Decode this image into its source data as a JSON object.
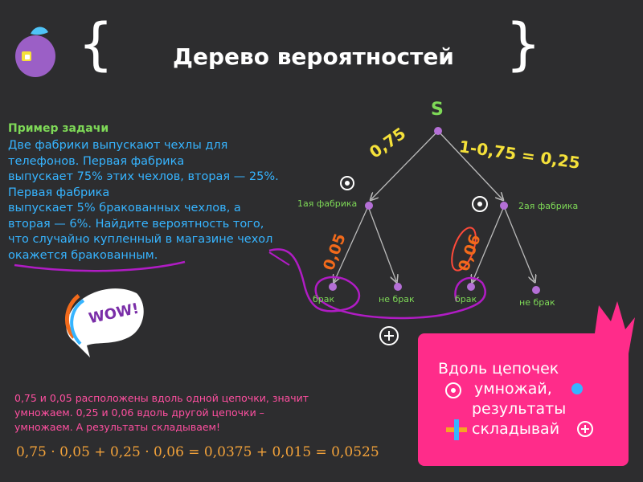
{
  "header": {
    "title": "Дерево вероятностей",
    "brace_left": "{",
    "brace_right": "}"
  },
  "task": {
    "heading": "Пример задачи",
    "lines": [
      "Две фабрики выпускают чехлы для",
      "телефонов. Первая фабрика",
      "выпускает 75% этих чехлов, вторая — 25%.",
      "Первая фабрика",
      "выпускает 5% бракованных чехлов, а",
      "вторая — 6%. Найдите вероятность того,",
      "что случайно купленный в магазине чехол",
      "окажется бракованным."
    ]
  },
  "tree": {
    "root": "S",
    "factory1": "1ая фабрика",
    "factory2": "2ая фабрика",
    "leaf1": "брак",
    "leaf2": "не брак",
    "leaf3": "брак",
    "leaf4": "не брак",
    "edge_left": "0,75",
    "edge_right": "1-0,75 = 0,25",
    "edge_f1_defect": "0,05",
    "edge_f2_defect": "0,06"
  },
  "explanation": {
    "lines": [
      "0,75 и 0,05 расположены вдоль одной цепочки, значит",
      "умножаем. 0,25 и 0,06 вдоль другой цепочки –",
      "умножаем. А результаты складываем!"
    ],
    "formula": "0,75 · 0,05 + 0,25 · 0,06 = 0,0375 + 0,015 = 0,0525"
  },
  "rule_box": {
    "lines": [
      "Вдоль цепочек",
      "умножай,",
      "результаты",
      "складывай"
    ]
  },
  "sticker": {
    "text": "WOW!"
  },
  "colors": {
    "background": "#2d2d2f",
    "green": "#7ed957",
    "blue": "#36b4ff",
    "pink": "#ff4fa0",
    "orange": "#f26a1b",
    "yellow": "#f5e13a",
    "node": "#b46fd6",
    "box": "#ff2c8a"
  }
}
